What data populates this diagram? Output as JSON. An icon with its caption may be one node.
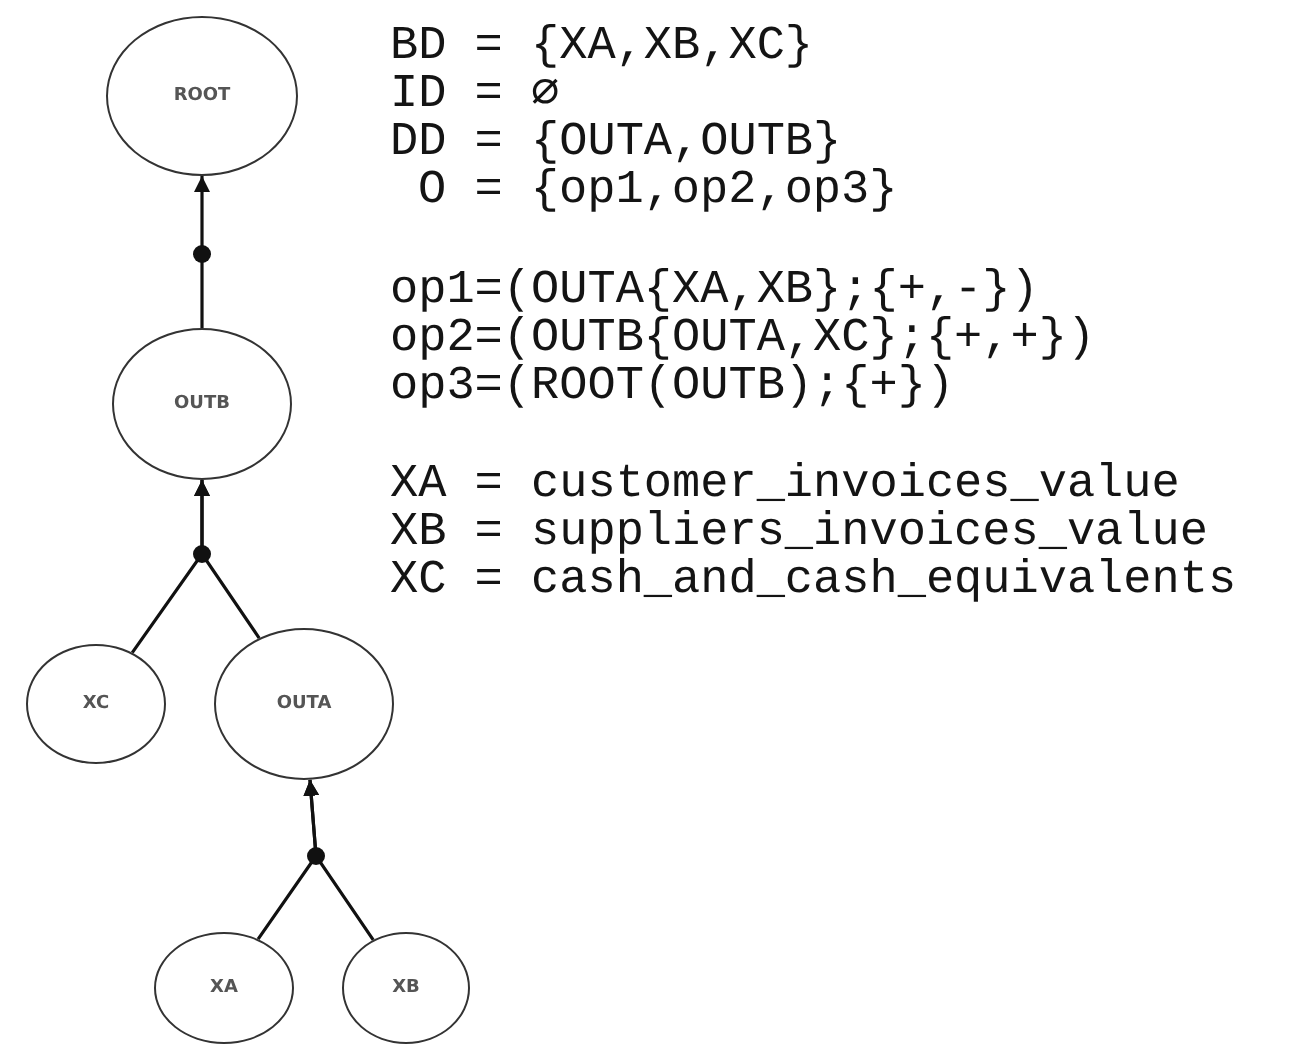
{
  "diagram": {
    "nodes": [
      {
        "text": [
          "ROOT"
        ]
      },
      {
        "text": [
          "OUTB"
        ]
      },
      {
        "text": [
          "XC"
        ]
      },
      {
        "text": [
          "OUTA"
        ]
      },
      {
        "text": [
          "XA"
        ]
      },
      {
        "text": [
          "XB"
        ]
      }
    ],
    "edges": [
      {
        "from": 1,
        "to": 0,
        "arrow": "to"
      },
      {
        "from": 2,
        "to": 1,
        "arrow": "to"
      },
      {
        "from": 3,
        "to": 1,
        "arrow": "to"
      },
      {
        "from": 4,
        "to": 3,
        "arrow": "to"
      },
      {
        "from": 5,
        "to": 3,
        "arrow": "to"
      }
    ],
    "labels": [
      "BD = {XA,XB,XC}",
      "ID = ∅",
      "DD = {OUTA,OUTB}",
      "O = {op1,op2,op3}",
      "op1=(OUTA{XA,XB};{+,-})",
      "op2=(OUTB{OUTA,XC};{+,+})",
      "op3=(ROOT(OUTB);{+})",
      "XA = customer_invoices_value",
      "XB = suppliers_invoices_value",
      "XC = cash_and_cash_equivalents"
    ]
  }
}
